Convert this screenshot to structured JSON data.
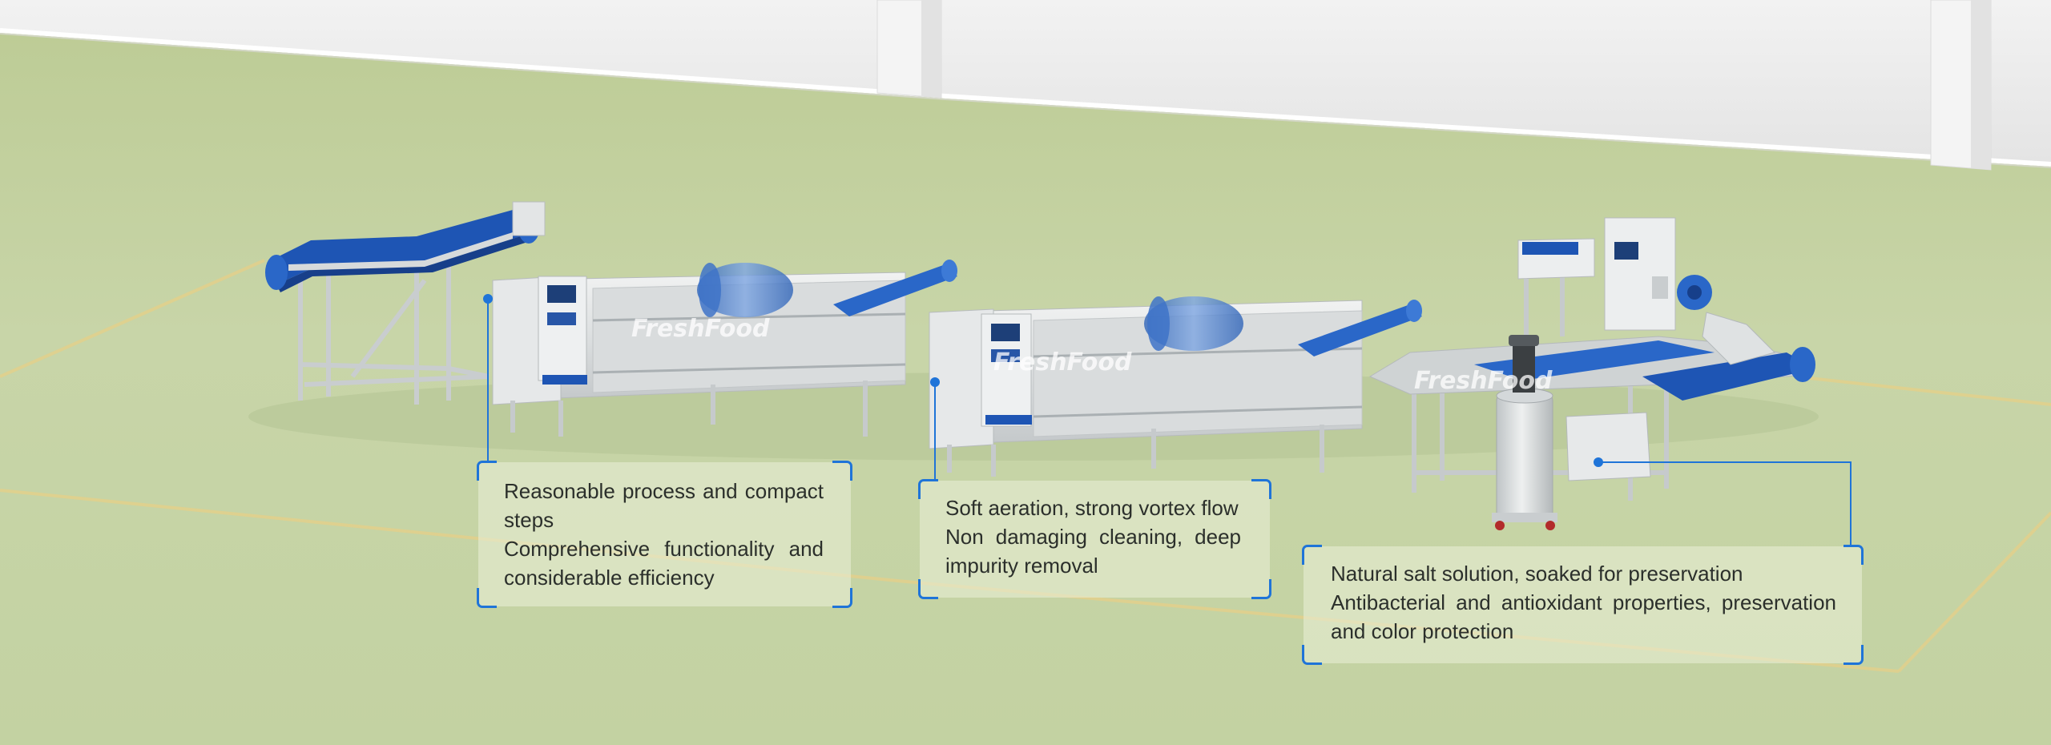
{
  "brand": {
    "watermark": "FreshFood",
    "accent_color": "#1f74d8",
    "belt_color": "#1e55b4",
    "floor_color": "#c6d3a4"
  },
  "machines": {
    "washer_1_badge": "FreshFood",
    "washer_2_badge": "FreshFood",
    "soaker_badge": "FreshFood"
  },
  "callouts": [
    {
      "lines": [
        "Reasonable process and compact steps",
        "Comprehensive functionality and considerable efficiency"
      ]
    },
    {
      "lines": [
        "Soft aeration, strong vortex flow",
        "Non damaging cleaning, deep impurity removal"
      ]
    },
    {
      "lines": [
        "Natural salt solution, soaked for preservation",
        "Antibacterial and antioxidant properties, preservation and color protection"
      ]
    }
  ]
}
